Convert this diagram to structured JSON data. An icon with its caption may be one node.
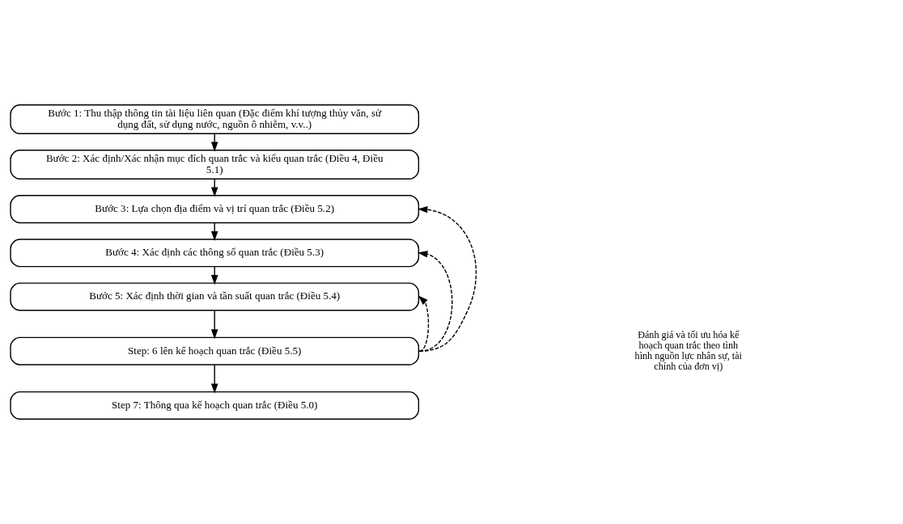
{
  "diagram": {
    "nodes": [
      {
        "text": [
          "Bước 1: Thu thập thông tin tài liệu liên quan (Đặc điểm khí tượng thủy văn, sử dụng đất, sử dụng nước, nguồn ô nhiễm, v.v..)"
        ]
      },
      {
        "text": [
          "Bước 2: Xác định/Xác nhận mục đích quan trắc và kiểu quan trắc (Điều 4, Điều 5.1)"
        ]
      },
      {
        "text": [
          "Bước 3: Lựa chọn địa điểm và vị trí quan trắc (Điều 5.2)"
        ]
      },
      {
        "text": [
          "Bước 4: Xác định các thông số quan trắc (Điều 5.3)"
        ]
      },
      {
        "text": [
          "Bước 5: Xác định thời gian và tần suất quan trắc (Điều 5.4)"
        ]
      },
      {
        "text": [
          "Step: 6 lên kế hoạch quan trắc (Điều 5.5)"
        ]
      },
      {
        "text": [
          "Step 7: Thông qua kế hoạch quan trắc (Điều 5.0)"
        ]
      }
    ],
    "edges": [
      {
        "from": 0,
        "to": 1,
        "arrow": "to"
      },
      {
        "from": 1,
        "to": 2,
        "arrow": "to"
      },
      {
        "from": 2,
        "to": 3,
        "arrow": "to"
      },
      {
        "from": 3,
        "to": 4,
        "arrow": "to"
      },
      {
        "from": 4,
        "to": 5,
        "arrow": "to"
      },
      {
        "from": 5,
        "to": 6,
        "arrow": "to"
      },
      {
        "from": 5,
        "to": 2,
        "arrow": "to",
        "style": "dashed"
      },
      {
        "from": 5,
        "to": 3,
        "arrow": "to",
        "style": "dashed"
      },
      {
        "from": 5,
        "to": 4,
        "arrow": "to",
        "style": "dashed"
      }
    ],
    "labels": [
      "Đánh giá và tối ưu hóa kế hoạch quan trắc theo tình hình nguồn lực nhân sự, tài chính của đơn vị)"
    ]
  }
}
